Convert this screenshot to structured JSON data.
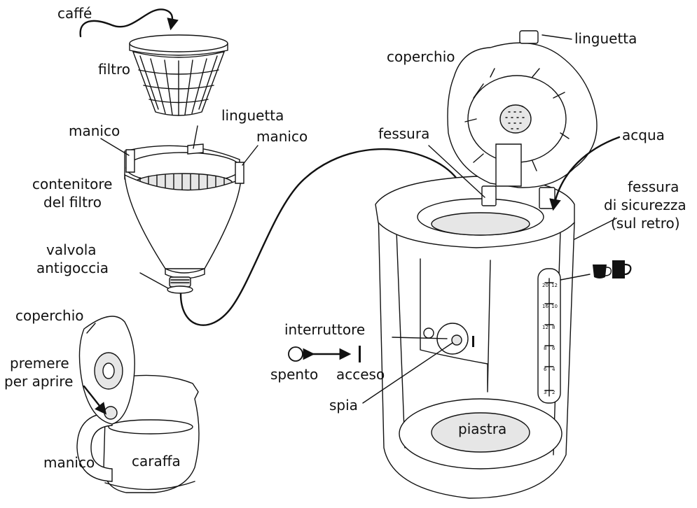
{
  "labels": {
    "caffe": "caffé",
    "filtro": "filtro",
    "linguetta_top": "linguetta",
    "manico_left": "manico",
    "manico_right": "manico",
    "contenitore_1": "contenitore",
    "contenitore_2": "del filtro",
    "valvola_1": "valvola",
    "valvola_2": "antigoccia",
    "coperchio_carafe": "coperchio",
    "premere_1": "premere",
    "premere_2": "per aprire",
    "manico_carafe": "manico",
    "caraffa": "caraffa",
    "linguetta_lid": "linguetta",
    "coperchio_machine": "coperchio",
    "fessura": "fessura",
    "acqua": "acqua",
    "fessura_sic_1": "fessura",
    "fessura_sic_2": "di sicurezza",
    "fessura_sic_3": "(sul retro)",
    "interruttore": "interruttore",
    "spento": "spento",
    "acceso": "acceso",
    "spia": "spia",
    "piastra": "piastra"
  },
  "gauge": {
    "large_cup_marks": [
      "20",
      "16",
      "12",
      "8",
      "6",
      "3"
    ],
    "small_cup_marks": [
      "12",
      "10",
      "8",
      "6",
      "4",
      "2"
    ]
  },
  "icons": [
    "small-cup-icon",
    "large-mug-icon",
    "power-off-circle-icon",
    "power-on-bar-icon"
  ]
}
